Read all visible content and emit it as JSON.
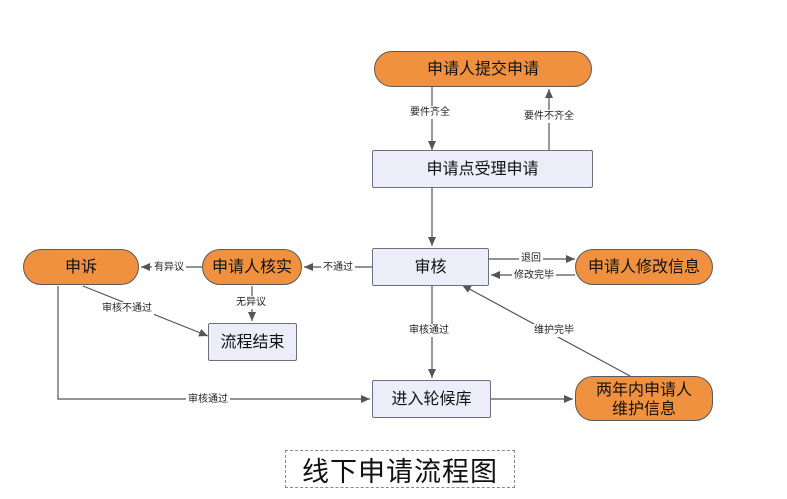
{
  "nodes": {
    "submit": "申请人提交申请",
    "accept": "申请点受理申请",
    "review": "审核",
    "verify": "申请人核实",
    "appeal": "申诉",
    "end": "流程结束",
    "modify": "申请人修改信息",
    "pool": "进入轮候库",
    "maintain": "两年内申请人\n维护信息"
  },
  "edges": {
    "complete": "要件齐全",
    "incomplete": "要件不齐全",
    "return": "退回",
    "modified": "修改完毕",
    "not_pass": "不通过",
    "objection": "有异议",
    "no_objection": "无异议",
    "review_not_pass": "审核不通过",
    "review_pass": "审核通过",
    "review_pass_2": "审核通过",
    "maintain_done": "维护完毕"
  },
  "caption": "线下申请流程图",
  "colors": {
    "orange_node": "#f0913f",
    "rect_node": "#ecedf8",
    "stroke": "#555555"
  }
}
